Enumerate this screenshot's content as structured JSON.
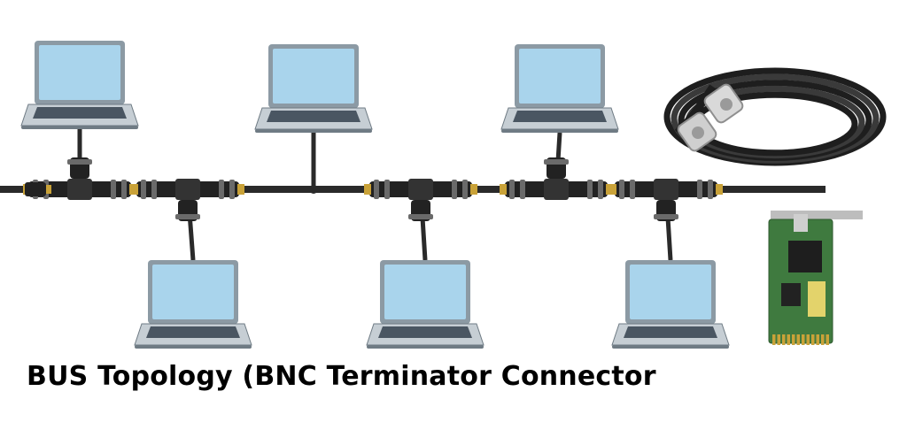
{
  "diagram": {
    "caption": "BUS Topology (BNC Terminator Connector",
    "colors": {
      "screen": "#a9d4ec",
      "bezel": "#8c9aa4",
      "bezel_dark": "#6f7b84",
      "keyboard": "#4a5662",
      "base": "#c6ced4",
      "cable": "#2a2a2a",
      "connector": "#222222",
      "connector_ring": "#6a6a6a",
      "brass": "#c9a238",
      "board": "#3f7a3f",
      "text": "#000000"
    },
    "nodes": [
      {
        "id": "laptop-top-1",
        "side": "top"
      },
      {
        "id": "laptop-bottom-1",
        "side": "bottom"
      },
      {
        "id": "laptop-top-2",
        "side": "top"
      },
      {
        "id": "laptop-bottom-2",
        "side": "bottom"
      },
      {
        "id": "laptop-top-3",
        "side": "top"
      },
      {
        "id": "laptop-bottom-3",
        "side": "bottom"
      }
    ],
    "illustrations": [
      "coaxial-cable-icon",
      "network-interface-card-icon"
    ]
  }
}
